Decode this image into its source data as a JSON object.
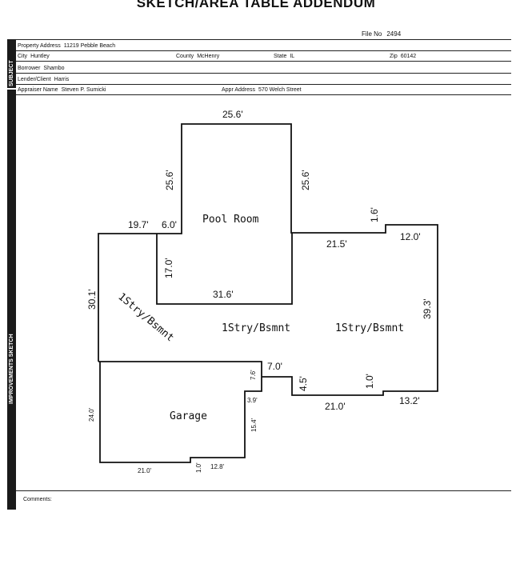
{
  "header": {
    "title": "SKETCH/AREA TABLE ADDENDUM",
    "file_no_label": "File No",
    "file_no": "2494"
  },
  "sidebar": {
    "subject": "SUBJECT",
    "sketch": "IMPROVEMENTS SKETCH"
  },
  "subject": {
    "property_address_label": "Property Address",
    "property_address": "11219 Pebble Beach",
    "city_label": "City",
    "city": "Huntley",
    "county_label": "County",
    "county": "McHenry",
    "state_label": "State",
    "state": "IL",
    "zip_label": "Zip",
    "zip": "60142",
    "borrower_label": "Borrower",
    "borrower": "Shambo",
    "lender_label": "Lender/Client",
    "lender": "Harris",
    "appraiser_label": "Appraiser Name",
    "appraiser": "Steven P. Sumicki",
    "appr_address_label": "Appr Address",
    "appr_address": "570 Welch Street"
  },
  "sketch": {
    "rooms": {
      "pool_room": "Pool Room",
      "first_story_left": "1Stry/Bsmnt",
      "first_story_center": "1Stry/Bsmnt",
      "first_story_right": "1Stry/Bsmnt",
      "garage": "Garage"
    },
    "dims": {
      "pool_top": "25.6'",
      "pool_left": "25.6'",
      "pool_right": "25.6'",
      "left_top": "19.7'",
      "left_step": "6.0'",
      "pool_inner_left": "17.0'",
      "pool_bottom": "31.6'",
      "left_side": "30.1'",
      "right_top_step": "1.6'",
      "right_top_a": "21.5'",
      "right_top_b": "12.0'",
      "right_side": "39.3'",
      "mid_step": "7.0'",
      "mid_a": "7.6'",
      "mid_b": "4.5'",
      "mid_c": "1.0'",
      "bottom_a": "21.0'",
      "bottom_b": "13.2'",
      "garage_step": "3.9'",
      "garage_right": "15.4'",
      "garage_left": "24.0'",
      "garage_bottom": "21.0'",
      "garage_small": "1.0'",
      "garage_bottom_b": "12.8'"
    }
  },
  "footer": {
    "comments_label": "Comments:"
  }
}
